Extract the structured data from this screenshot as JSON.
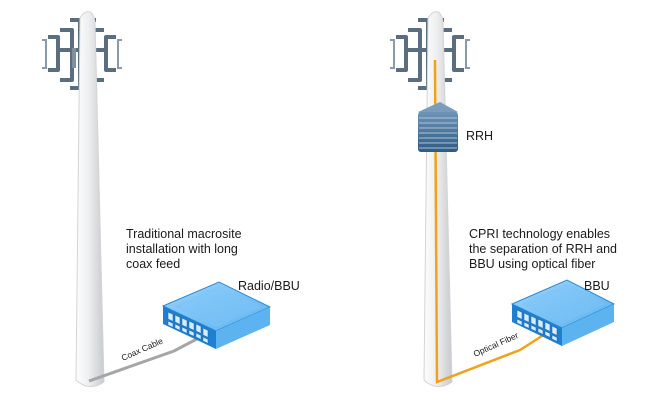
{
  "left": {
    "caption": [
      "Traditional macrosite",
      "installation with long",
      "coax feed"
    ],
    "unit_label": "Radio/BBU",
    "cable_label": "Coax Cable"
  },
  "right": {
    "caption": [
      "CPRI technology enables",
      "the separation of RRH and",
      "BBU using optical fiber"
    ],
    "rrh_label": "RRH",
    "unit_label": "BBU",
    "cable_label": "Optical Fiber"
  },
  "colors": {
    "tower_light": "#f2f2f2",
    "tower_shade": "#c9ccd0",
    "antenna_stroke": "#5a6e80",
    "coax": "#a6a6a6",
    "fiber": "#f0a21c",
    "unit_blue": "#3da0e6",
    "rrh_blue": "#3d6e99"
  }
}
